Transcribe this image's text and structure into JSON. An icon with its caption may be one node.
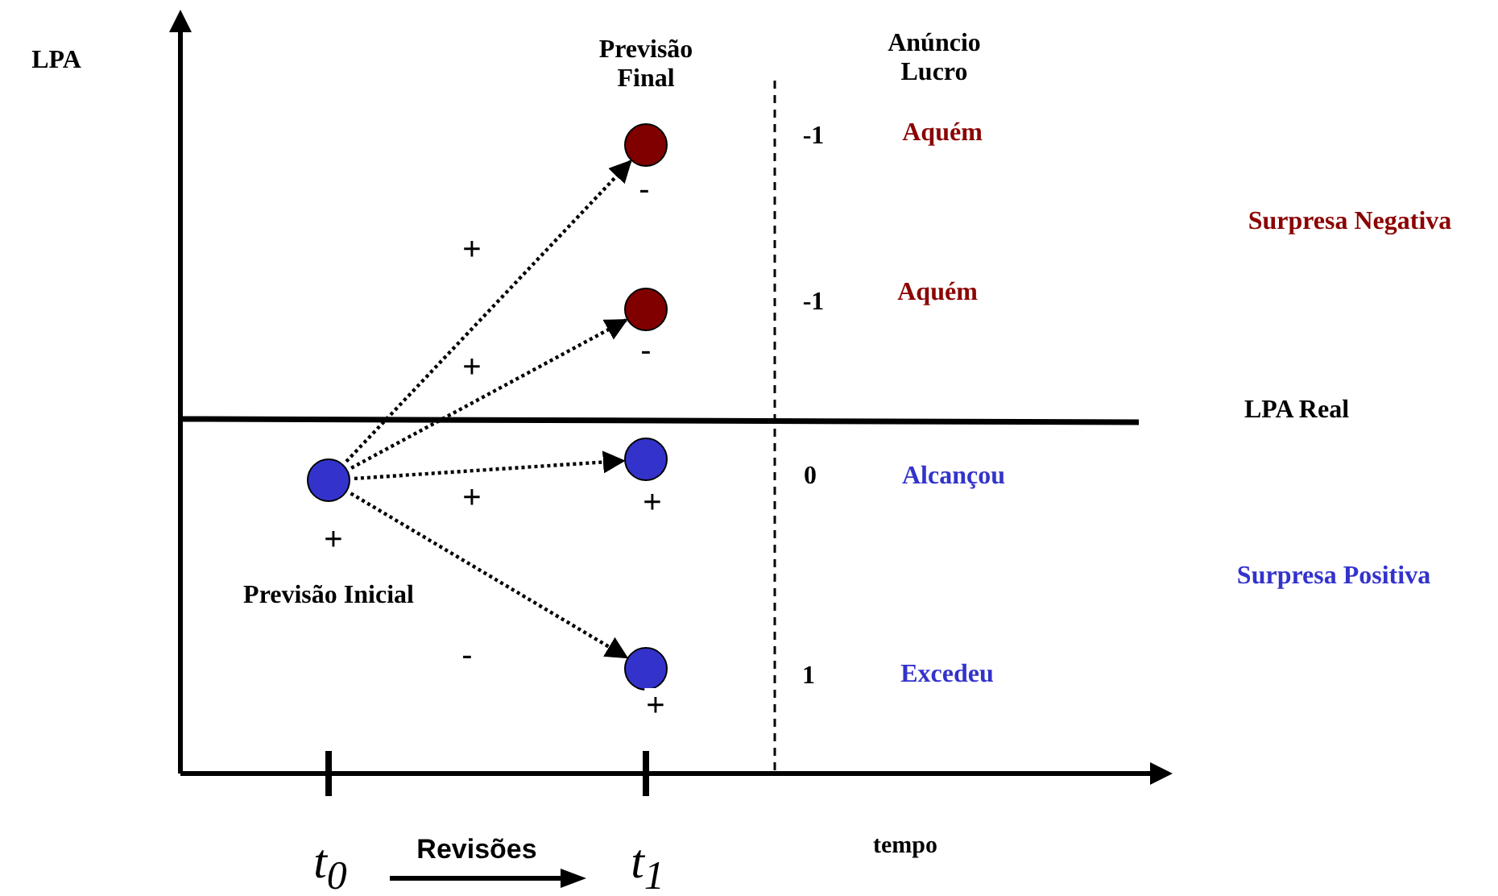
{
  "diagram": {
    "nodes": [
      {
        "text": [],
        "shape": "circle",
        "beside": [
          "+",
          "Previsão Inicial"
        ]
      },
      {
        "text": [],
        "shape": "circle",
        "beside": [
          "-"
        ]
      },
      {
        "text": [],
        "shape": "circle",
        "beside": [
          "-"
        ]
      },
      {
        "text": [],
        "shape": "circle",
        "beside": [
          "+"
        ]
      },
      {
        "text": [],
        "shape": "circle",
        "beside": [
          "+"
        ]
      }
    ],
    "edges": [
      {
        "from": 0,
        "to": 1,
        "arrow": "to",
        "label": "+"
      },
      {
        "from": 0,
        "to": 2,
        "arrow": "to",
        "label": "+"
      },
      {
        "from": 0,
        "to": 3,
        "arrow": "to",
        "label": "+"
      },
      {
        "from": 0,
        "to": 4,
        "arrow": "to",
        "label": "-"
      }
    ],
    "labels": [
      "LPA",
      "Previsão Final",
      "Anúncio Lucro",
      "-1",
      "Aquém",
      "Surpresa Negativa",
      "-1",
      "Aquém",
      "LPA Real",
      "0",
      "Alcançou",
      "Surpresa Positiva",
      "1",
      "Excedeu",
      "t$_{0}$",
      "Revisões",
      "t$_{1}$",
      "tempo"
    ]
  }
}
